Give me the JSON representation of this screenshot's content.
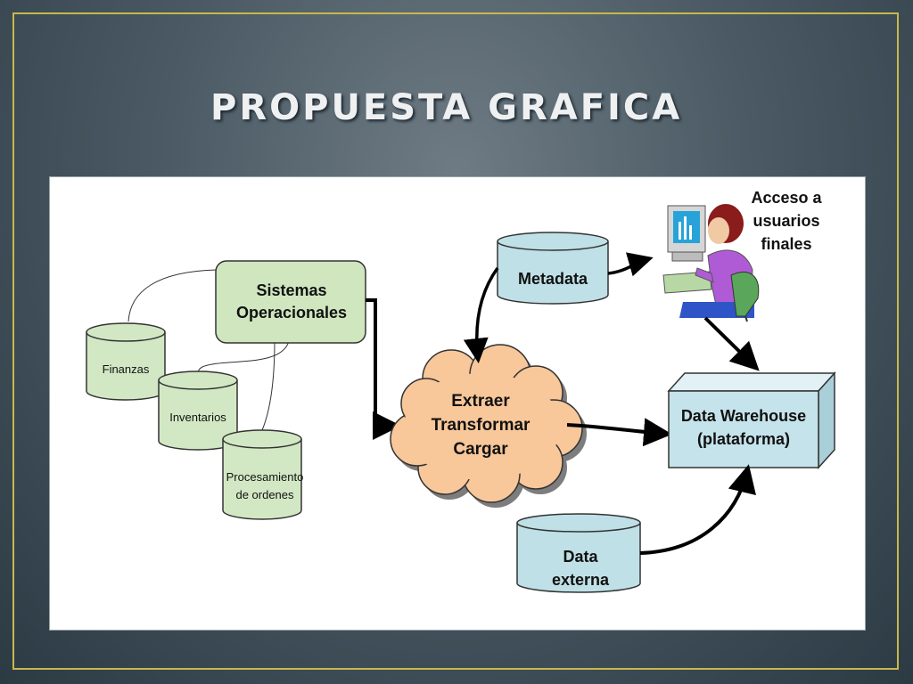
{
  "slide": {
    "title": "PROPUESTA GRAFICA"
  },
  "diagram": {
    "sources": {
      "finanzas": "Finanzas",
      "inventarios": "Inventarios",
      "procesamiento_line1": "Procesamiento",
      "procesamiento_line2": "de ordenes"
    },
    "sistemas_line1": "Sistemas",
    "sistemas_line2": "Operacionales",
    "etl_line1": "Extraer",
    "etl_line2": "Transformar",
    "etl_line3": "Cargar",
    "metadata": "Metadata",
    "warehouse_line1": "Data Warehouse",
    "warehouse_line2": "(plataforma)",
    "externa_line1": "Data",
    "externa_line2": "externa",
    "acceso_line1": "Acceso a",
    "acceso_line2": "usuarios",
    "acceso_line3": "finales"
  },
  "colors": {
    "cylinder_green": "#d2e8c4",
    "box_green": "#cfe6bf",
    "cylinder_blue": "#bfe0e6",
    "warehouse_blue": "#c5e3ea",
    "cloud_orange": "#f8c79a"
  }
}
